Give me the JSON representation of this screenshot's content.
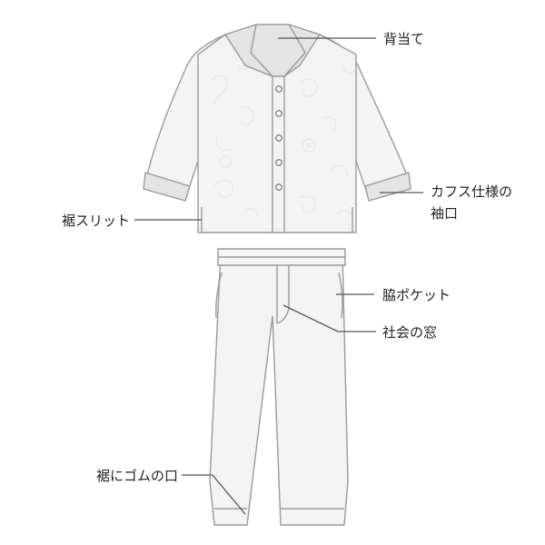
{
  "labels": {
    "collar": "背当て",
    "cuff_line1": "カフス仕様の",
    "cuff_line2": "袖口",
    "hem_slit": "裾スリット",
    "side_pocket": "脇ポケット",
    "fly": "社会の窓",
    "elastic_hem": "裾にゴムの口"
  },
  "colors": {
    "garment_fill": "#f3f3f3",
    "trim_fill": "#e4e4e4",
    "outline": "#9a9a9a",
    "leader_line": "#555555",
    "text": "#222222"
  }
}
